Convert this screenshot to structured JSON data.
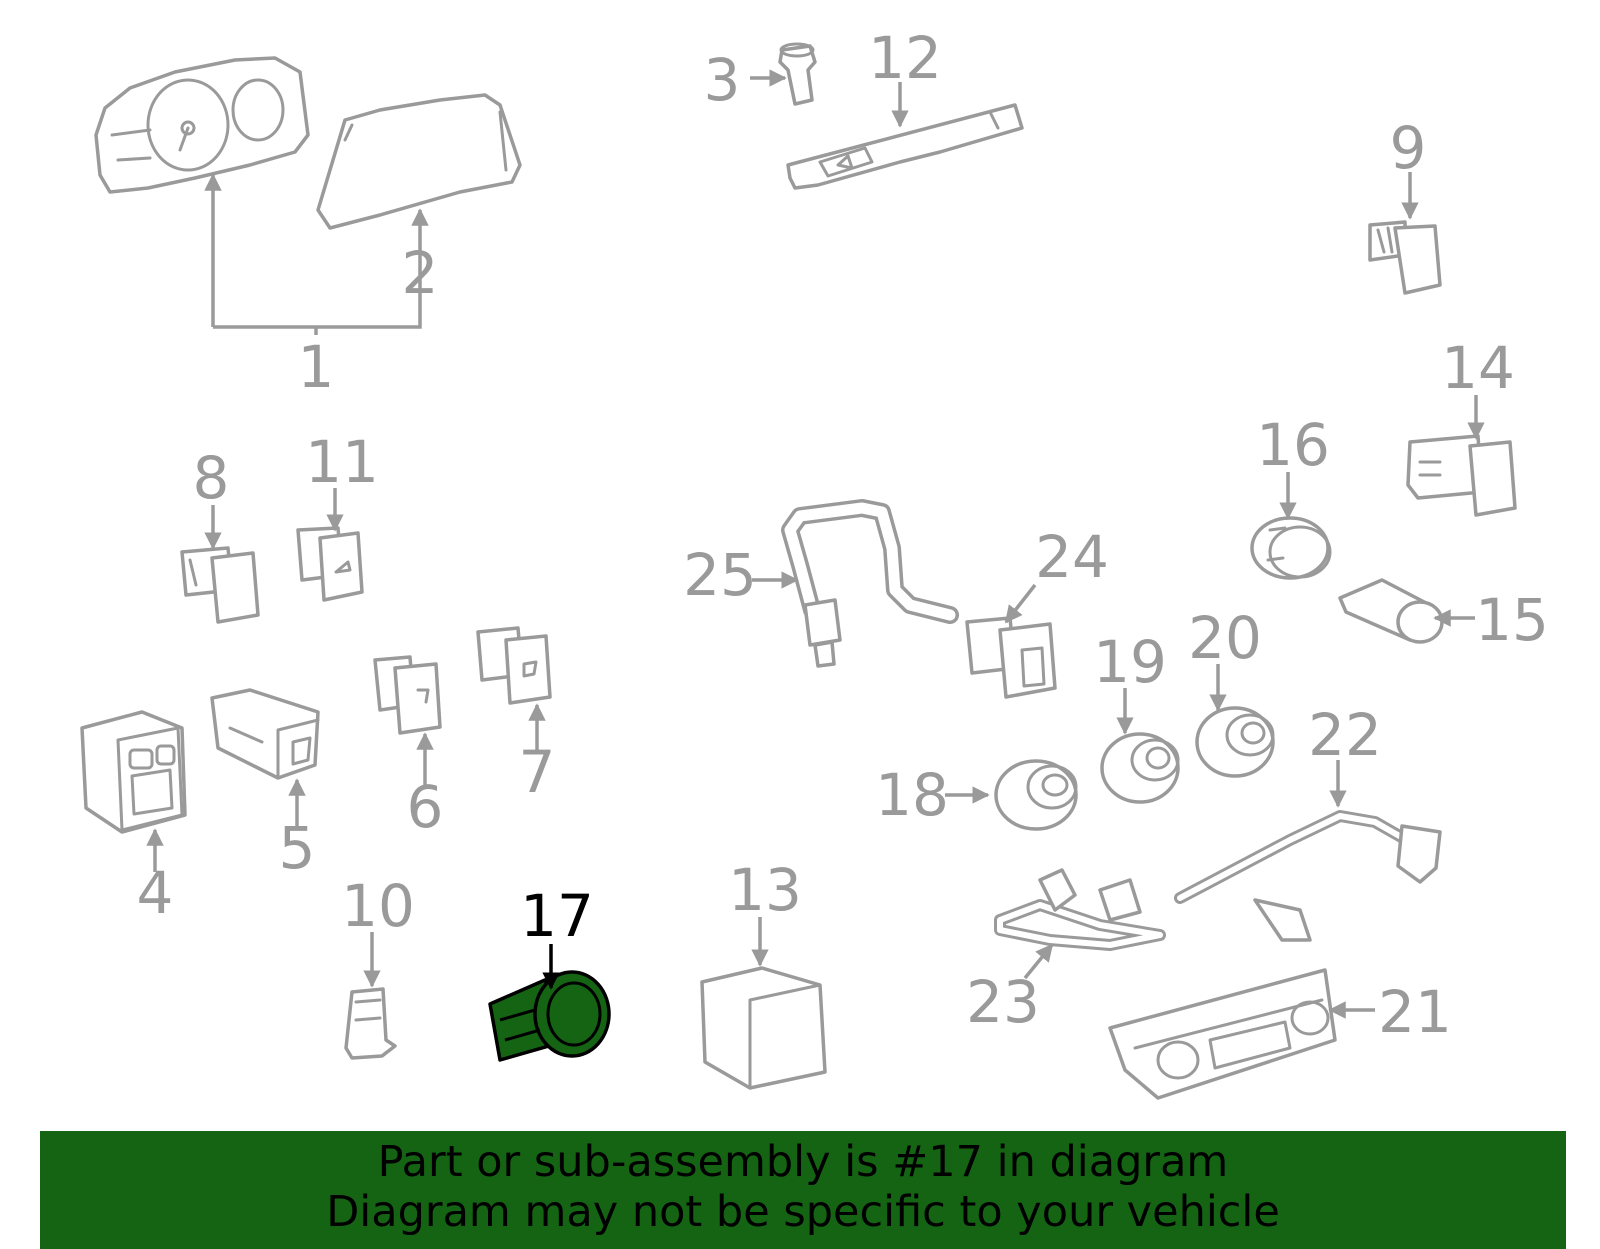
{
  "highlight": {
    "part_number": "17",
    "color": "#146414"
  },
  "colors": {
    "outline": "#9a9a9a",
    "highlight_fill": "#146414",
    "highlight_outline": "#000000",
    "banner": "#146414"
  },
  "callouts": {
    "c1": "1",
    "c2": "2",
    "c3": "3",
    "c4": "4",
    "c5": "5",
    "c6": "6",
    "c7": "7",
    "c8": "8",
    "c9": "9",
    "c10": "10",
    "c11": "11",
    "c12": "12",
    "c13": "13",
    "c14": "14",
    "c15": "15",
    "c16": "16",
    "c17": "17",
    "c18": "18",
    "c19": "19",
    "c20": "20",
    "c21": "21",
    "c22": "22",
    "c23": "23",
    "c24": "24",
    "c25": "25"
  },
  "banner": {
    "line1": "Part or sub-assembly is #17 in diagram",
    "line2": "Diagram may not be specific to your vehicle"
  }
}
